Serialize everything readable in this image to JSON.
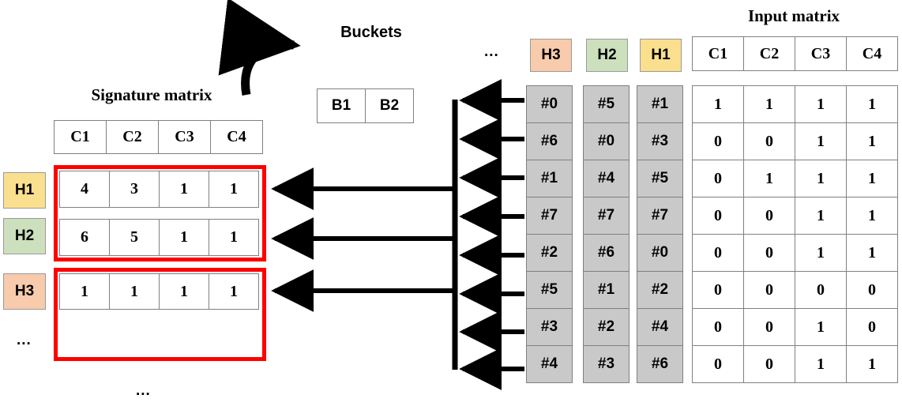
{
  "titles": {
    "signature_matrix": "Signature matrix",
    "buckets": "Buckets",
    "input_matrix": "Input matrix"
  },
  "colors": {
    "h1": "#fadf8e",
    "h2": "#cde0bd",
    "h3": "#f7cbab",
    "hash_cell": "#c9c9c9",
    "highlight": "#ff0000",
    "arrow": "#000000"
  },
  "signature_matrix": {
    "columns": [
      "C1",
      "C2",
      "C3",
      "C4"
    ],
    "row_labels": [
      "H1",
      "H2",
      "H3"
    ],
    "row_label_colors": [
      "#fadf8e",
      "#cde0bd",
      "#f7cbab"
    ],
    "rows": [
      [
        "4",
        "3",
        "1",
        "1"
      ],
      [
        "6",
        "5",
        "1",
        "1"
      ],
      [
        "1",
        "1",
        "1",
        "1"
      ],
      [
        "",
        "",
        "",
        ""
      ]
    ],
    "more_rows_marker": "...",
    "below_marker": "..."
  },
  "buckets": {
    "items": [
      "B1",
      "B2"
    ]
  },
  "hash_columns": {
    "left_ellipsis": "...",
    "headers": [
      "H3",
      "H2",
      "H1"
    ],
    "header_colors": [
      "#f7cbab",
      "#cde0bd",
      "#fadf8e"
    ],
    "values": {
      "H3": [
        "#0",
        "#6",
        "#1",
        "#7",
        "#2",
        "#5",
        "#3",
        "#4"
      ],
      "H2": [
        "#5",
        "#0",
        "#4",
        "#7",
        "#6",
        "#1",
        "#2",
        "#3"
      ],
      "H1": [
        "#1",
        "#3",
        "#5",
        "#7",
        "#0",
        "#2",
        "#4",
        "#6"
      ]
    }
  },
  "input_matrix": {
    "columns": [
      "C1",
      "C2",
      "C3",
      "C4"
    ],
    "rows": [
      [
        "1",
        "1",
        "1",
        "1"
      ],
      [
        "0",
        "0",
        "1",
        "1"
      ],
      [
        "0",
        "1",
        "1",
        "1"
      ],
      [
        "0",
        "0",
        "1",
        "1"
      ],
      [
        "0",
        "0",
        "1",
        "1"
      ],
      [
        "0",
        "0",
        "0",
        "0"
      ],
      [
        "0",
        "0",
        "1",
        "0"
      ],
      [
        "0",
        "0",
        "1",
        "1"
      ]
    ]
  }
}
